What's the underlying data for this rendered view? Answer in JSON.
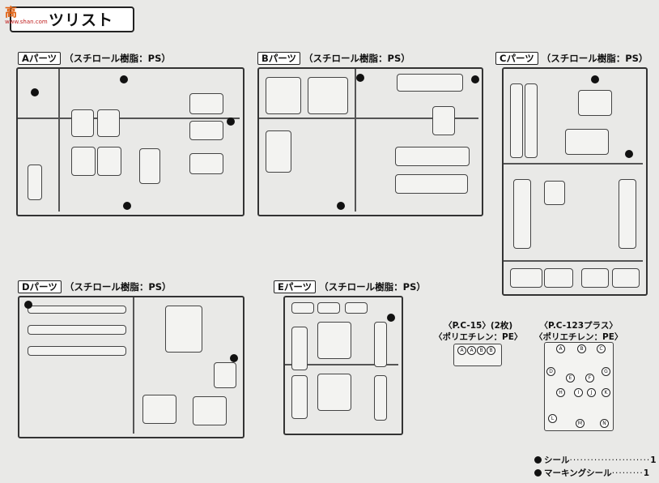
{
  "header": {
    "logo_text": "高",
    "logo_sub": "www.shan.com",
    "title": "ツリスト"
  },
  "sections": {
    "A": {
      "code": "Aパーツ",
      "desc": "（スチロール樹脂：PS）"
    },
    "B": {
      "code": "Bパーツ",
      "desc": "（スチロール樹脂：PS）"
    },
    "C": {
      "code": "Cパーツ",
      "desc": "（スチロール樹脂：PS）"
    },
    "D": {
      "code": "Dパーツ",
      "desc": "（スチロール樹脂：PS）"
    },
    "E": {
      "code": "Eパーツ",
      "desc": "（スチロール樹脂：PS）"
    }
  },
  "pe_parts": {
    "pc15": {
      "line1": "〈P.C-15〉(2枚)",
      "line2": "〈ポリエチレン：PE〉",
      "labels": [
        "A",
        "A",
        "B",
        "B"
      ]
    },
    "pc123": {
      "line1": "〈P.C-123プラス〉",
      "line2": "〈ポリエチレン：PE〉",
      "labels": [
        "A",
        "B",
        "C",
        "D",
        "E",
        "F",
        "G",
        "H",
        "I",
        "J",
        "K",
        "L",
        "M",
        "N"
      ]
    }
  },
  "extras": [
    {
      "label": "シール",
      "dots": "·······················",
      "count": "1"
    },
    {
      "label": "マーキングシール",
      "dots": "·········",
      "count": "1"
    }
  ]
}
